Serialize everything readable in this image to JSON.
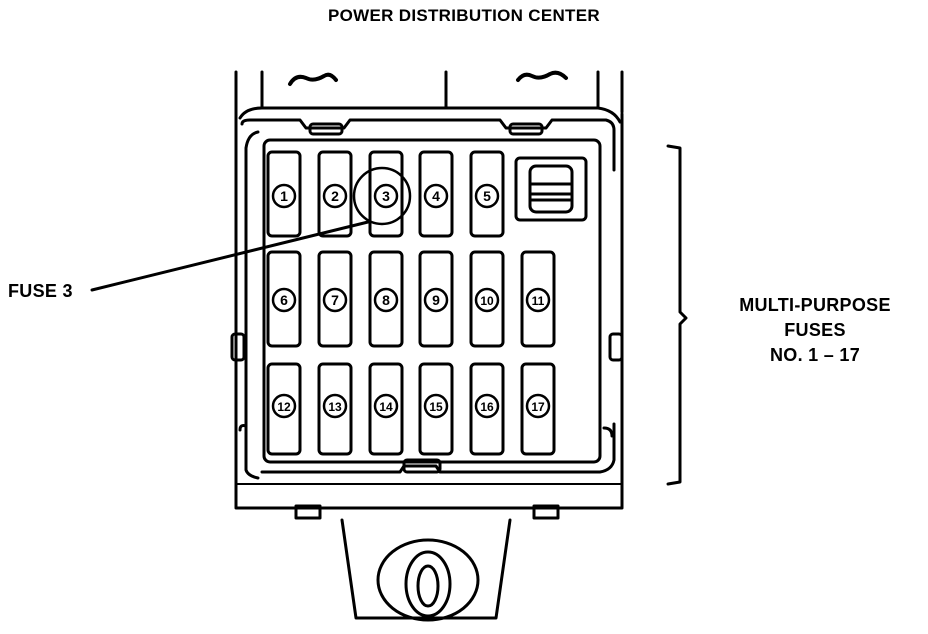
{
  "title": "POWER DISTRIBUTION CENTER",
  "callout_fuse3": "FUSE 3",
  "bracket_label": {
    "line1": "MULTI-PURPOSE",
    "line2": "FUSES",
    "line3": "NO. 1 – 17"
  },
  "fuses": [
    "1",
    "2",
    "3",
    "4",
    "5",
    "6",
    "7",
    "8",
    "9",
    "10",
    "11",
    "12",
    "13",
    "14",
    "15",
    "16",
    "17"
  ],
  "colors": {
    "ink": "#000000",
    "paper": "#ffffff"
  }
}
